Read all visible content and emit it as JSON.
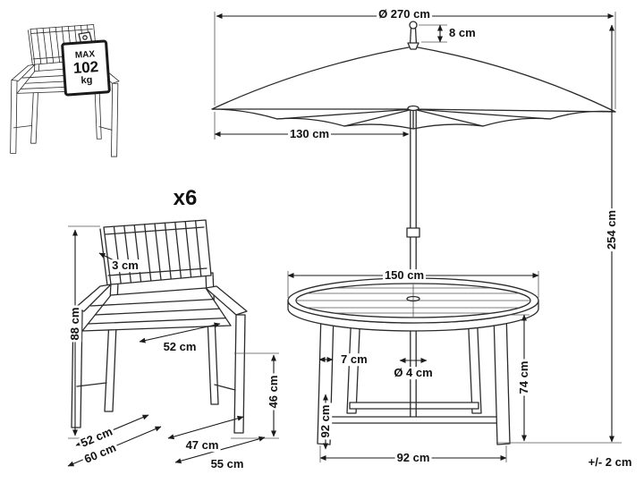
{
  "diagram": {
    "quantity_label": "x6",
    "tolerance": "+/- 2 cm",
    "small_chair_tag": {
      "max_label": "MAX",
      "max_value": "102",
      "max_unit": "kg"
    },
    "chair": {
      "backrest_thickness": "3 cm",
      "total_height": "88 cm",
      "seat_depth": "52 cm",
      "seat_height": "46 cm",
      "depth_seat_floor": "52 cm",
      "total_depth": "60 cm",
      "seat_width": "47 cm",
      "total_width": "55 cm"
    },
    "umbrella": {
      "diameter": "Ø 270 cm",
      "finial_height": "8 cm",
      "canopy_to_pole": "130 cm",
      "total_height": "254 cm"
    },
    "table": {
      "top_diameter": "150 cm",
      "leg_width": "7 cm",
      "pole_diameter": "Ø 4 cm",
      "height": "74 cm",
      "leg_height": "92 cm",
      "base_width": "92 cm"
    }
  }
}
